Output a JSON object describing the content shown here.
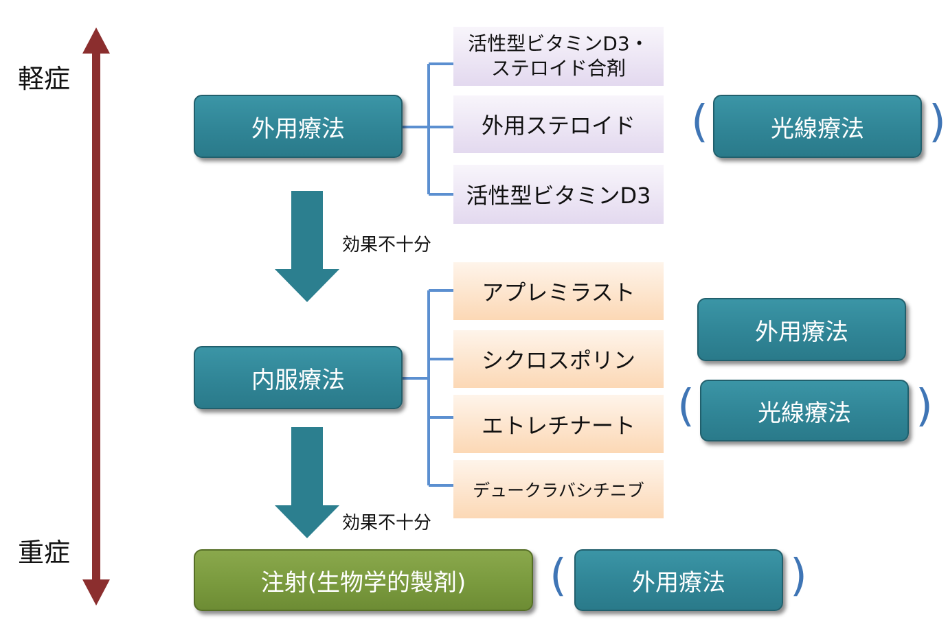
{
  "severity": {
    "mild": "軽症",
    "severe": "重症"
  },
  "topical": {
    "label": "外用療法",
    "options": [
      "活性型ビタミンD3・\nステロイド合剤",
      "外用ステロイド",
      "活性型ビタミンD3"
    ],
    "combo": "光線療法"
  },
  "oral": {
    "label": "内服療法",
    "options": [
      "アプレミラスト",
      "シクロスポリン",
      "エトレチナート",
      "デュークラバシチニブ"
    ],
    "combos": [
      "外用療法",
      "光線療法"
    ]
  },
  "injection": {
    "label": "注射(生物学的製剤)",
    "combo": "外用療法"
  },
  "insufficient_label": "効果不十分",
  "paren_open": "(",
  "paren_close": ")",
  "colors": {
    "teal_box": "#308596",
    "green_box": "#7a9a3e",
    "severity_arrow": "#8b2e2e",
    "connector": "#5b8fd0",
    "flow_arrow": "#2c7f8f",
    "purple_panel": "#e3d9ef",
    "orange_panel": "#fcd8b5"
  }
}
